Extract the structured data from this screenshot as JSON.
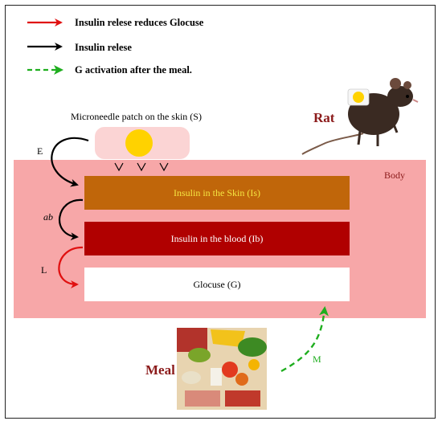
{
  "legend": [
    {
      "label": "Insulin relese reduces Glocuse",
      "color": "#e01010",
      "style": "solid"
    },
    {
      "label": "Insulin relese",
      "color": "#000000",
      "style": "solid"
    },
    {
      "label": "G activation after the meal.",
      "color": "#1fae1f",
      "style": "dashed"
    }
  ],
  "patch_label": "Microneedle patch on the skin (S)",
  "rat_label": "Rat",
  "body_label": "Body",
  "boxes": {
    "skin": "Insulin in the Skin (Is)",
    "blood": "Insulin in the blood (Ib)",
    "glucose": "Glocuse (G)"
  },
  "arrow_labels": {
    "e": "E",
    "ab": "ab",
    "l": "L",
    "m": "M"
  },
  "meal_label": "Meal",
  "colors": {
    "body": "#f7a7a8",
    "skin_box": "#c0660a",
    "blood_box": "#b00000",
    "accent_red": "#8b1a1a"
  }
}
